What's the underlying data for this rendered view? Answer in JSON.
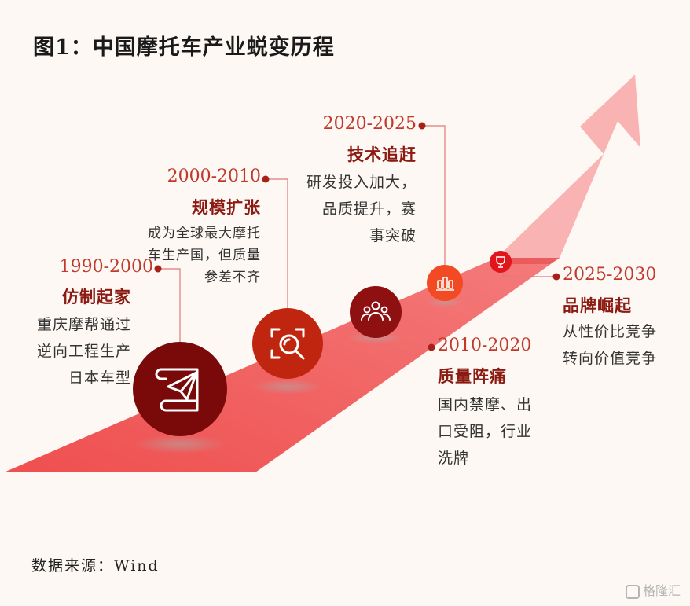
{
  "title": "图1：中国摩托车产业蜕变历程",
  "source": "数据来源：Wind",
  "watermark": "格隆汇",
  "colors": {
    "background": "#fdf8f3",
    "accent_red": "#c0392b",
    "dark_red": "#8b1a12",
    "arrow_light": "#f8b4b4",
    "band_red": "#f26b6b"
  },
  "stages": [
    {
      "period": "1990-2000",
      "phase": "仿制起家",
      "description": "重庆摩帮通过\n逆向工程生产\n日本车型",
      "icon": "paper-plane-scroll-icon"
    },
    {
      "period": "2000-2010",
      "phase": "规模扩张",
      "description": "成为全球最大摩托\n车生产国，但质量\n参差不齐",
      "icon": "search-scan-icon"
    },
    {
      "period": "2010-2020",
      "phase": "质量阵痛",
      "description": "国内禁摩、出\n口受阻，行业\n洗牌",
      "icon": "people-group-icon"
    },
    {
      "period": "2020-2025",
      "phase": "技术追赶",
      "description": "研发投入加大，\n品质提升，赛\n事突破",
      "icon": "bottles-icon"
    },
    {
      "period": "2025-2030",
      "phase": "品牌崛起",
      "description": "从性价比竞争\n转向价值竞争",
      "icon": "trophy-icon"
    }
  ]
}
